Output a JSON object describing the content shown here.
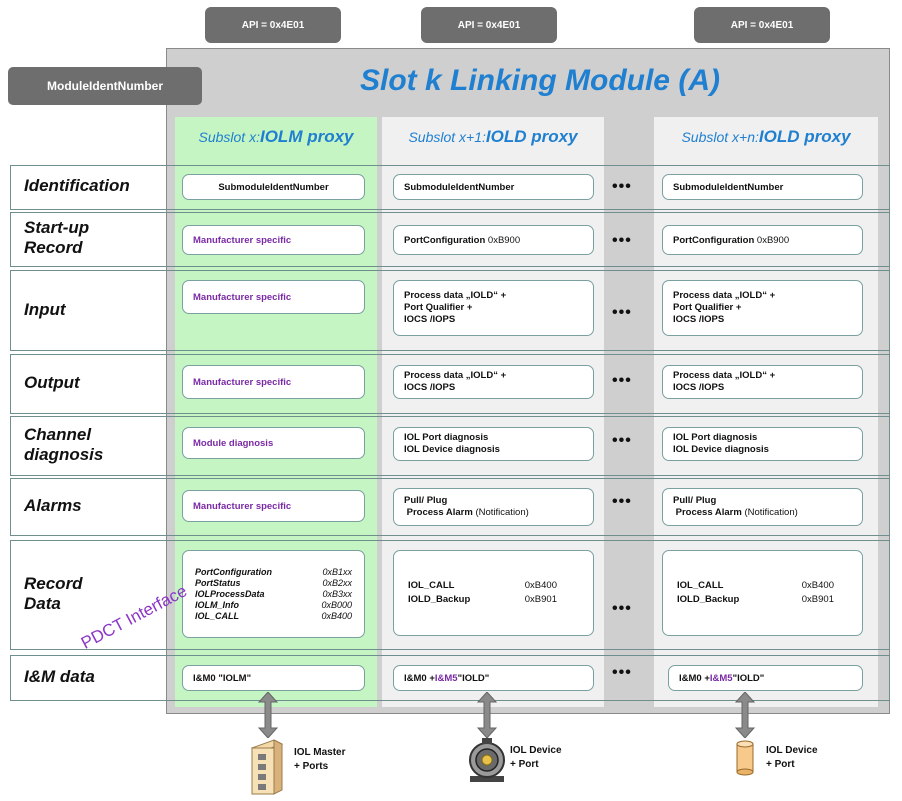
{
  "api_labels": [
    "API = 0x4E01",
    "API = 0x4E01",
    "API = 0x4E01"
  ],
  "module_ident": "ModuleIdentNumber",
  "title": "Slot k  Linking Module (A)",
  "columns": [
    {
      "prefix": "Subslot x: ",
      "name": "IOLM proxy"
    },
    {
      "prefix": "Subslot x+1: ",
      "name": "IOLD proxy"
    },
    {
      "prefix": "Subslot x+n: ",
      "name": "IOLD proxy"
    }
  ],
  "rows": {
    "identification": {
      "label": "Identification",
      "c1": "SubmoduleIdentNumber",
      "c2": "SubmoduleIdentNumber",
      "c3": "SubmoduleIdentNumber"
    },
    "startup": {
      "label1": "Start-up",
      "label2": "Record",
      "c1": "Manufacturer specific",
      "c2_name": "PortConfiguration",
      "c2_val": "0xB900",
      "c3_name": "PortConfiguration",
      "c3_val": "0xB900"
    },
    "input": {
      "label": "Input",
      "c1": "Manufacturer specific",
      "c2": [
        "Process data „IOLD“ +",
        "Port Qualifier +",
        "IOCS /IOPS"
      ],
      "c3": [
        "Process data „IOLD“ +",
        "Port Qualifier +",
        "IOCS /IOPS"
      ]
    },
    "output": {
      "label": "Output",
      "c1": "Manufacturer specific",
      "c2": [
        "Process data „IOLD“ +",
        "IOCS /IOPS"
      ],
      "c3": [
        "Process data „IOLD“ +",
        "IOCS /IOPS"
      ]
    },
    "channel": {
      "label1": "Channel",
      "label2": "diagnosis",
      "c1": "Module diagnosis",
      "c2": [
        "IOL Port diagnosis",
        "IOL Device diagnosis"
      ],
      "c3": [
        "IOL Port diagnosis",
        "IOL Device diagnosis"
      ]
    },
    "alarms": {
      "label": "Alarms",
      "c1": "Manufacturer specific",
      "c2_line1": "Pull/ Plug",
      "c2_line2": "Process Alarm",
      "c2_note": "(Notification)",
      "c3_line1": "Pull/ Plug",
      "c3_line2": "Process Alarm",
      "c3_note": "(Notification)"
    },
    "record": {
      "label1": "Record",
      "label2": "Data",
      "pdct": "PDCT Interface",
      "c1": [
        {
          "k": "PortConfiguration",
          "v": "0xB1xx"
        },
        {
          "k": "PortStatus",
          "v": "0xB2xx"
        },
        {
          "k": "IOLProcessData",
          "v": "0xB3xx"
        },
        {
          "k": "IOLM_Info",
          "v": "0xB000"
        },
        {
          "k": "IOL_CALL",
          "v": "0xB400"
        }
      ],
      "c2": [
        {
          "k": "IOL_CALL",
          "v": "0xB400"
        },
        {
          "k": "IOLD_Backup",
          "v": "0xB901"
        }
      ],
      "c3": [
        {
          "k": "IOL_CALL",
          "v": "0xB400"
        },
        {
          "k": "IOLD_Backup",
          "v": "0xB901"
        }
      ]
    },
    "im": {
      "label": "I&M data",
      "c1": "I&M0 \"IOLM\"",
      "c2_a": "I&M0 + ",
      "c2_b": "I&M5",
      "c2_c": " \"IOLD\"",
      "c3_a": "I&M0 + ",
      "c3_b": "I&M5",
      "c3_c": " \"IOLD\""
    }
  },
  "dots": "•••",
  "devices": [
    {
      "line1": "IOL Master",
      "line2": "+ Ports"
    },
    {
      "line1": "IOL Device",
      "line2": "+ Port"
    },
    {
      "line1": "IOL Device",
      "line2": "+ Port"
    }
  ]
}
